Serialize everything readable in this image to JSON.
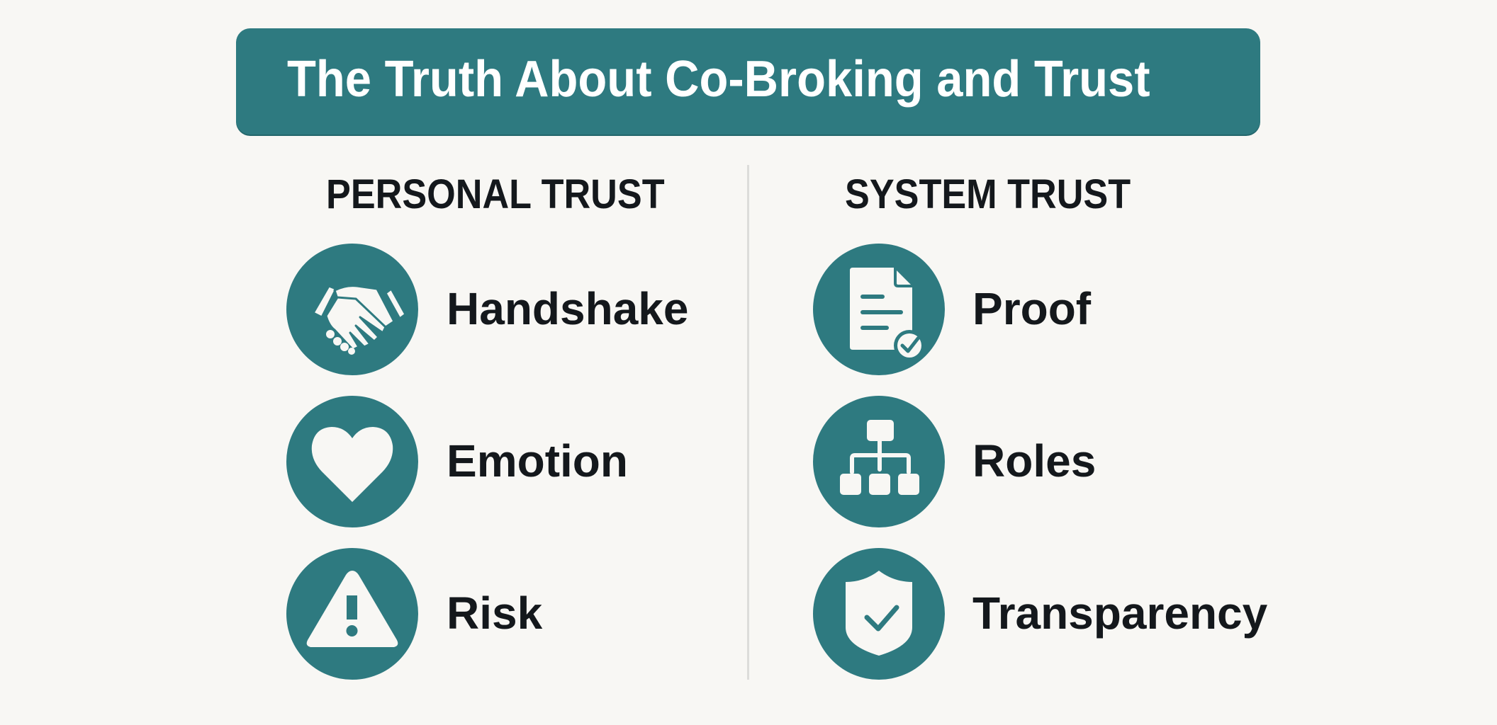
{
  "header": {
    "title": "The Truth About Co-Broking and Trust"
  },
  "colors": {
    "accent": "#2e7a80",
    "background": "#f8f7f4",
    "text": "#14181c",
    "divider": "#dcdcda"
  },
  "columns": [
    {
      "heading": "PERSONAL TRUST",
      "items": [
        {
          "label": "Handshake",
          "icon": "handshake-icon"
        },
        {
          "label": "Emotion",
          "icon": "heart-icon"
        },
        {
          "label": "Risk",
          "icon": "warning-icon"
        }
      ]
    },
    {
      "heading": "SYSTEM TRUST",
      "items": [
        {
          "label": "Proof",
          "icon": "document-check-icon"
        },
        {
          "label": "Roles",
          "icon": "org-chart-icon"
        },
        {
          "label": "Transparency",
          "icon": "shield-check-icon"
        }
      ]
    }
  ]
}
